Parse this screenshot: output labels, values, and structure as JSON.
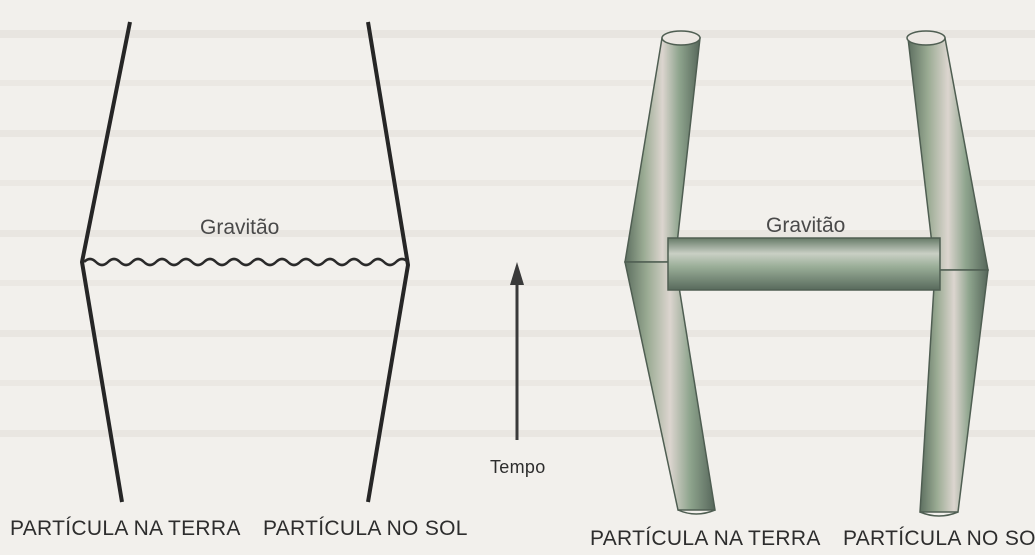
{
  "left_diagram": {
    "graviton_label": "Gravitão",
    "particle_earth_label": "PARTÍCULA NA TERRA",
    "particle_sun_label": "PARTÍCULA NO SOL"
  },
  "time_axis": {
    "label": "Tempo"
  },
  "right_diagram": {
    "graviton_label": "Gravitão",
    "particle_earth_label": "PARTÍCULA NA TERRA",
    "particle_sun_label": "PARTÍCULA NO SOL"
  },
  "colors": {
    "line": "#262626",
    "tube_mid": "#8a9b88",
    "tube_highlight": "#e4ddd6",
    "tube_shadow": "#5a6b5c"
  }
}
